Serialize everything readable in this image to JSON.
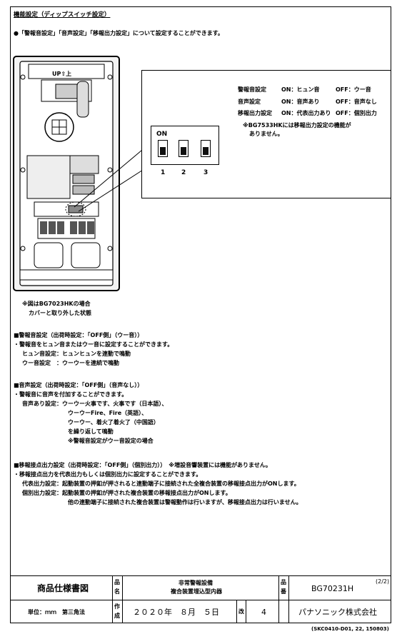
{
  "section_title": "機能設定（ディップスイッチ設定）",
  "intro": "●「警報音設定」「音声設定」「移報出力設定」について設定することができます。",
  "device": {
    "up_label": "UP⇧上"
  },
  "callout": {
    "rows": [
      {
        "name": "警報音設定",
        "on": "ON：ヒュン音",
        "off": "OFF：ウー音"
      },
      {
        "name": "音声設定",
        "on": "ON：音声あり",
        "off": "OFF：音声なし"
      },
      {
        "name": "移報出力設定",
        "on": "ON：代表出力あり",
        "off": "OFF：個別出力"
      }
    ],
    "note_line1": "※BG7533HKには移報出力設定の機能が",
    "note_line2": "ありません。",
    "dip_on_label": "ON",
    "dip_numbers": [
      "1",
      "2",
      "3"
    ]
  },
  "figure_note_line1": "※図はBG7023HKの場合",
  "figure_note_line2": "カバーと取り外した状態",
  "alarm": {
    "heading": "■警報音設定（出荷時設定：「OFF側」（ウー音））",
    "lines": [
      "・警報音をヒュン音またはウー音に設定することができます。",
      "ヒュン音設定：ヒュンヒュンを連動で鳴動",
      "ウー音設定　：ウーウーを連続で鳴動"
    ]
  },
  "voice": {
    "heading": "■音声設定（出荷時設定：「OFF側」（音声なし））",
    "lines": [
      "・警報音に音声を付加することができます。",
      "音声あり設定：ウーウー火事です、火事です（日本語）、",
      "ウーウーFire、Fire（英語）、",
      "ウーウー、着火了着火了（中国語）",
      "を繰り返して鳴動",
      "※警報音設定がウー音設定の場合"
    ]
  },
  "relay": {
    "heading": "■移報接点出力設定（出荷時設定：「OFF側」（個別出力））　※増設音響装置には機能がありません。",
    "lines": [
      "・移報接点出力を代表出力もしくは個別出力に設定することができます。",
      "代表出力設定：起動装置の押釦が押されると連動端子に接続された全複合装置の移報接点出力がONします。",
      "個別出力設定：起動装置の押釦が押された複合装置の移報接点出力がONします。",
      "他の連動端子に接続された複合装置は警報動作は行いますが、移報接点出力は行いません。"
    ]
  },
  "title_block": {
    "doc_type": "商品仕様書図",
    "hinmei_label_1": "品",
    "hinmei_label_2": "名",
    "product_name_1": "非常警報設備",
    "product_name_2": "複合装置埋込型内器",
    "hinban_label_1": "品",
    "hinban_label_2": "番",
    "model": "BG70231H",
    "page": "(2/2)",
    "unit": "単位：ｍｍ　第三角法",
    "sakusei_label_1": "作",
    "sakusei_label_2": "成",
    "date": "２０２０年　８月　５日",
    "kai_label": "改",
    "revision": "4",
    "company": "パナソニック株式会社"
  },
  "footer_code": "(SKC0410-D01, 22, 150803)"
}
